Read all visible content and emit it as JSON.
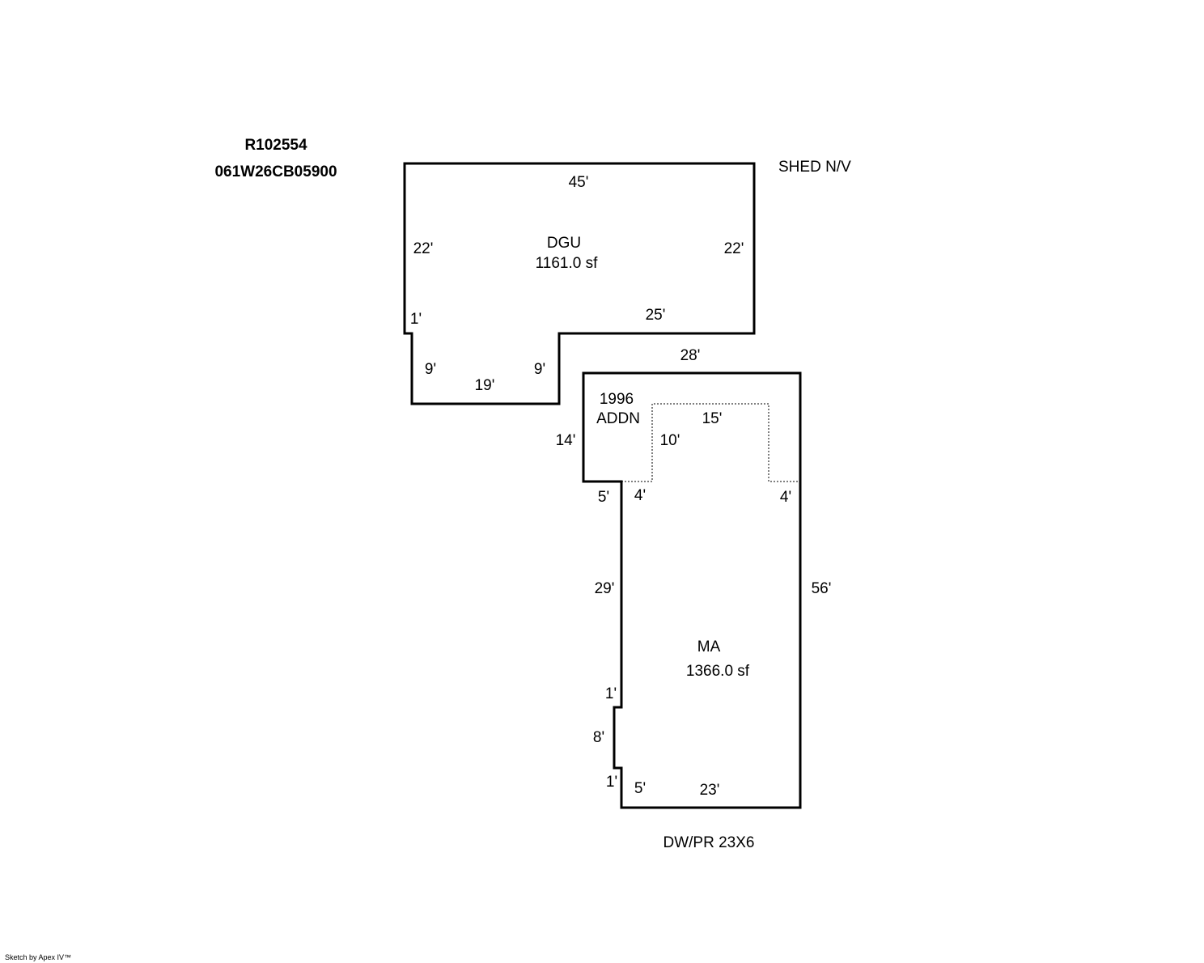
{
  "parcel": {
    "account": "R102554",
    "map_tax_lot": "061W26CB05900"
  },
  "notes": {
    "shed": "SHED N/V",
    "driveway": "DW/PR 23X6"
  },
  "areas": {
    "dgu": {
      "code": "DGU",
      "area": "1161.0 sf"
    },
    "ma": {
      "code": "MA",
      "area": "1366.0 sf"
    },
    "addition": {
      "year": "1996",
      "label": "ADDN"
    }
  },
  "dimensions": {
    "dgu_top": "45'",
    "dgu_left": "22'",
    "dgu_right": "22'",
    "dgu_step": "1'",
    "dgu_inner": "25'",
    "dgu_wing_left": "9'",
    "dgu_wing_bottom": "19'",
    "dgu_wing_right": "9'",
    "ma_top": "28'",
    "addn_left": "14'",
    "addn_bottom": "5'",
    "addn_step_right": "4'",
    "inset_left": "10'",
    "inset_top": "15'",
    "inset_right_step": "4'",
    "ma_left": "29'",
    "ma_right": "56'",
    "ma_notch_top": "1'",
    "ma_notch_side": "8'",
    "ma_notch_bottom": "1'",
    "ma_bottom_left": "5'",
    "ma_bottom": "23'"
  },
  "credit": "Sketch by Apex IV™"
}
